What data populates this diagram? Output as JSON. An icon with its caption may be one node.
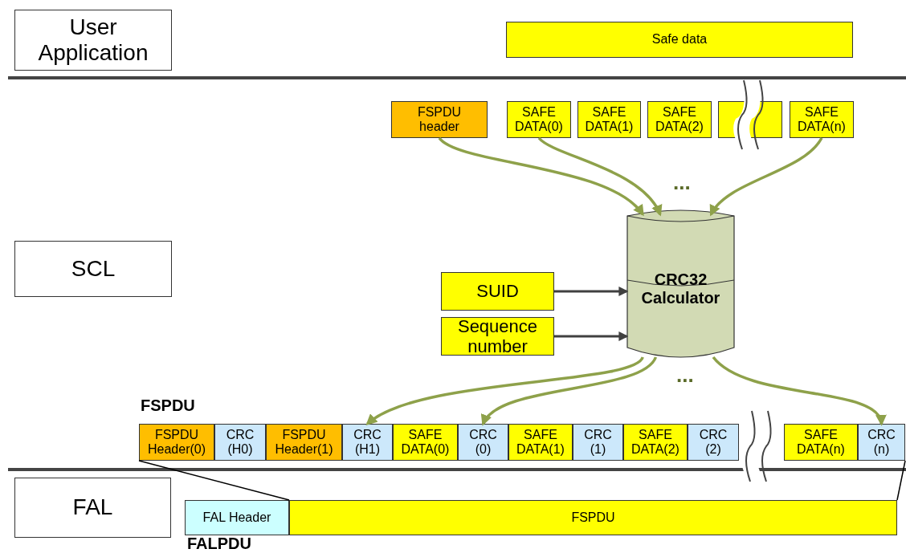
{
  "diagram": {
    "nodes": [
      {
        "text": [
          "User Application"
        ]
      },
      {
        "text": [
          "Safe data"
        ]
      },
      {
        "text": [
          "SCL"
        ]
      },
      {
        "text": [
          "FSPDU header"
        ]
      },
      {
        "text": [
          "SAFE DATA(0)"
        ]
      },
      {
        "text": [
          "SAFE DATA(1)"
        ]
      },
      {
        "text": [
          "SAFE DATA(2)"
        ]
      },
      {
        "text": [],
        "shape": "box"
      },
      {
        "text": [
          "SAFE DATA(n)"
        ]
      },
      {
        "text": [
          "CRC32 Calculator"
        ]
      },
      {
        "text": [
          "SUID"
        ]
      },
      {
        "text": [
          "Sequence number"
        ]
      },
      {
        "text": [
          "FSPDU Header(0)"
        ]
      },
      {
        "text": [
          "CRC (H0)"
        ]
      },
      {
        "text": [
          "FSPDU Header(1)"
        ]
      },
      {
        "text": [
          "CRC (H1)"
        ]
      },
      {
        "text": [
          "SAFE DATA(0)"
        ]
      },
      {
        "text": [
          "CRC (0)"
        ]
      },
      {
        "text": [
          "SAFE DATA(1)"
        ]
      },
      {
        "text": [
          "CRC (1)"
        ]
      },
      {
        "text": [
          "SAFE DATA(2)"
        ]
      },
      {
        "text": [
          "CRC (2)"
        ]
      },
      {
        "text": [
          "SAFE DATA(n)"
        ]
      },
      {
        "text": [
          "CRC (n)"
        ]
      },
      {
        "text": [
          "FAL"
        ]
      },
      {
        "text": [
          "FAL Header"
        ]
      },
      {
        "text": [
          "FSPDU"
        ]
      }
    ],
    "edges": [
      {
        "from": 3,
        "to": 9,
        "arrow": "to"
      },
      {
        "from": 4,
        "to": 9,
        "arrow": "to"
      },
      {
        "from": 8,
        "to": 9,
        "arrow": "to"
      },
      {
        "from": 10,
        "to": 9,
        "arrow": "to",
        "color": "#404040"
      },
      {
        "from": 11,
        "to": 9,
        "arrow": "to",
        "color": "#404040"
      },
      {
        "from": 9,
        "to": 15,
        "arrow": "to"
      },
      {
        "from": 9,
        "to": 17,
        "arrow": "to"
      },
      {
        "from": 9,
        "to": 23,
        "arrow": "to"
      },
      {
        "from": 12,
        "to": 26,
        "arrow": "none",
        "color": "#000000"
      },
      {
        "from": 23,
        "to": 26,
        "arrow": "none",
        "color": "#000000"
      }
    ],
    "labels": [
      "...",
      "FSPDU",
      "...",
      "FALPDU"
    ]
  }
}
